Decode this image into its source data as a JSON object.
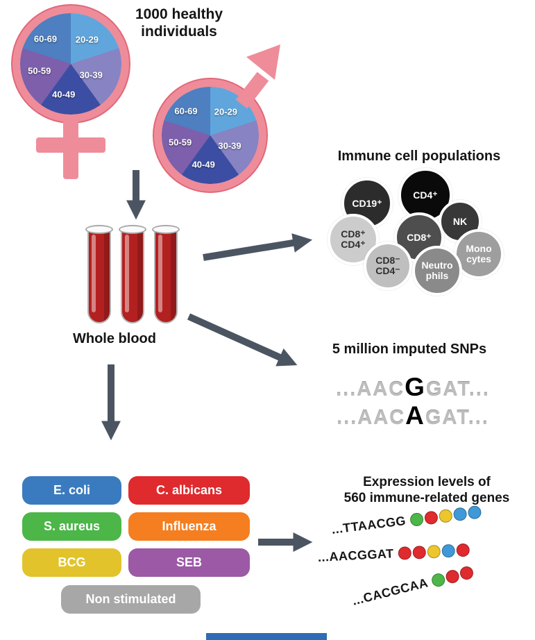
{
  "cohort": {
    "title_line1": "1000 healthy",
    "title_line2": "individuals",
    "age_groups": [
      {
        "label": "20-29",
        "color": "#60a6dd"
      },
      {
        "label": "30-39",
        "color": "#8883c2"
      },
      {
        "label": "40-49",
        "color": "#3c4ea3"
      },
      {
        "label": "50-59",
        "color": "#7d5fab"
      },
      {
        "label": "60-69",
        "color": "#4e7fc0"
      }
    ],
    "female_symbol_color": "#ef8c99",
    "male_symbol_color": "#ef8c99"
  },
  "whole_blood": {
    "label": "Whole blood",
    "blood_color": "#b32020"
  },
  "immune_cells": {
    "title": "Immune cell populations",
    "cells": [
      {
        "label": "CD19⁺",
        "bg": "#2c2c2c",
        "fg": "#ffffff"
      },
      {
        "label": "CD4⁺",
        "bg": "#0a0a0a",
        "fg": "#ffffff"
      },
      {
        "label": "NK",
        "bg": "#383838",
        "fg": "#ffffff"
      },
      {
        "label": "CD8⁺\nCD4⁺",
        "bg": "#cccccc",
        "fg": "#2f2f2f"
      },
      {
        "label": "CD8⁺",
        "bg": "#4e4e4e",
        "fg": "#ffffff"
      },
      {
        "label": "Mono\ncytes",
        "bg": "#9e9e9e",
        "fg": "#ffffff"
      },
      {
        "label": "CD8⁻\nCD4⁻",
        "bg": "#bfbfbf",
        "fg": "#2f2f2f"
      },
      {
        "label": "Neutro\nphils",
        "bg": "#8a8a8a",
        "fg": "#ffffff"
      }
    ]
  },
  "snps": {
    "title": "5 million imputed SNPs",
    "sequences": [
      {
        "pre": "...AAC",
        "variant": "G",
        "post": "GAT..."
      },
      {
        "pre": "...AAC",
        "variant": "A",
        "post": "GAT..."
      }
    ]
  },
  "stimuli": {
    "items": [
      {
        "label": "E. coli",
        "color": "#3a7bbf"
      },
      {
        "label": "C. albicans",
        "color": "#df2a2e"
      },
      {
        "label": "S. aureus",
        "color": "#4cb648"
      },
      {
        "label": "Influenza",
        "color": "#f47e20"
      },
      {
        "label": "BCG",
        "color": "#e2c32b"
      },
      {
        "label": "SEB",
        "color": "#9c59a5"
      },
      {
        "label": "Non stimulated",
        "color": "#a7a7a7"
      }
    ]
  },
  "expression": {
    "title_line1": "Expression levels of",
    "title_line2": "560 immune-related genes",
    "reads": [
      {
        "sequence": "...TTAACGG",
        "dots": [
          "#4cb648",
          "#df2a2e",
          "#ecc62c",
          "#3f99d8",
          "#3f99d8"
        ]
      },
      {
        "sequence": "...AACGGAT",
        "dots": [
          "#df2a2e",
          "#df2a2e",
          "#ecc62c",
          "#3f99d8",
          "#df2a2e"
        ]
      },
      {
        "sequence": "...CACGCAA",
        "dots": [
          "#4cb648",
          "#df2a2e",
          "#df2a2e"
        ]
      }
    ]
  },
  "arrow_color": "#4b5562"
}
